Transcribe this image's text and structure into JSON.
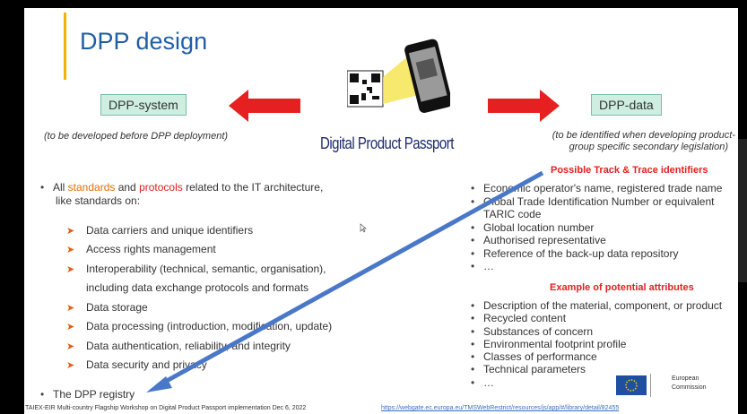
{
  "title": "DPP design",
  "left_box": "DPP-system",
  "right_box": "DPP-data",
  "left_note": "(to be developed before DPP deployment)",
  "right_note_1": "(to be identified when developing product-",
  "right_note_2": "group specific secondary legislation)",
  "center_label": "Digital Product Passport",
  "left_list": {
    "intro_prefix": "All ",
    "intro_word1": "standards",
    "intro_mid": " and ",
    "intro_word2": "protocols",
    "intro_suffix": " related to the IT architecture,",
    "intro_line2": "like standards on:",
    "items": [
      "Data carriers and unique identifiers",
      "Access rights management",
      "Interoperability (technical, semantic, organisation),",
      "including data exchange protocols and formats",
      "Data storage",
      "Data processing (introduction, modification, update)",
      "Data authentication, reliability, and integrity",
      "Data security and privacy"
    ],
    "final_item": "The DPP registry"
  },
  "right_section1": {
    "heading": "Possible Track & Trace identifiers",
    "items": [
      "Economic operator's name, registered trade name",
      "Global Trade Identification Number or equivalent",
      "TARIC code",
      "Global location number",
      "Authorised representative",
      "Reference of the back-up data repository",
      "…"
    ]
  },
  "right_section2": {
    "heading": "Example of potential attributes",
    "items": [
      "Description of the material, component, or product",
      "Recycled content",
      "Substances of concern",
      "Environmental footprint profile",
      "Classes of performance",
      "Technical parameters",
      "…"
    ]
  },
  "logo_text_1": "European",
  "logo_text_2": "Commission",
  "footer_text": "TAIEX-EIR Multi-country Flagship Workshop on Digital Product Passport implementation Dec 6, 2022",
  "footer_link": "https://webgate.ec.europa.eu/TMSWebRestrict/resources/js/app/#/library/detail/82455",
  "colors": {
    "title": "#1f5fa8",
    "accent_yellow": "#f0b400",
    "red": "#e02020",
    "blue_arrow": "#4a78c8",
    "box_fill": "#cdeee0"
  }
}
